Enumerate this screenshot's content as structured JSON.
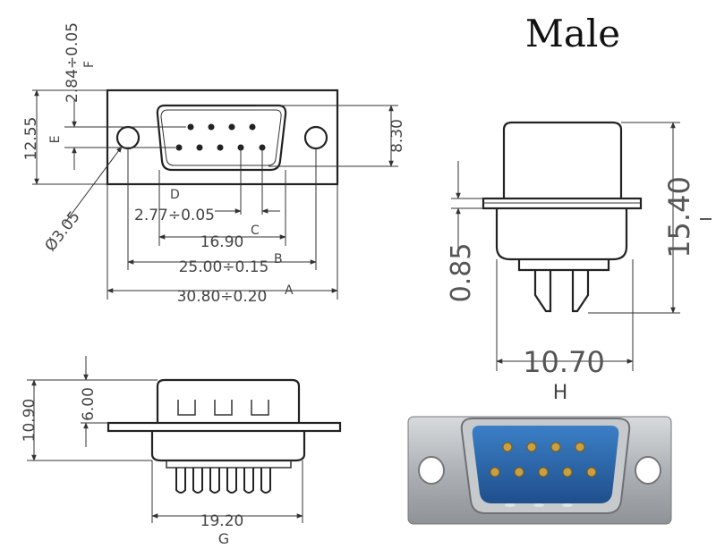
{
  "title": "Male",
  "front_view": {
    "dim_f": "2.84÷0.05",
    "label_f": "F",
    "dim_e": "12.55",
    "label_e": "E",
    "dim_830": "8.30",
    "label_d": "D",
    "dim_pitch": "2.77÷0.05",
    "dim_1690": "16.90",
    "label_c": "C",
    "dim_2500": "25.00÷0.15",
    "label_b": "B",
    "dim_3080": "30.80÷0.20",
    "label_a": "A",
    "dim_hole": "Ø3.05"
  },
  "side_view": {
    "dim_085": "0.85",
    "dim_1540": "15.40",
    "label_i": "I",
    "dim_1070": "10.70",
    "label_h": "H"
  },
  "top_view": {
    "dim_1090": "10.90",
    "dim_600": "6.00",
    "dim_1920": "19.20",
    "label_g": "G"
  },
  "photo": {
    "shell_color": "#b9bcc0",
    "insulator_color": "#2f6fb5",
    "pin_color": "#c9a040"
  }
}
